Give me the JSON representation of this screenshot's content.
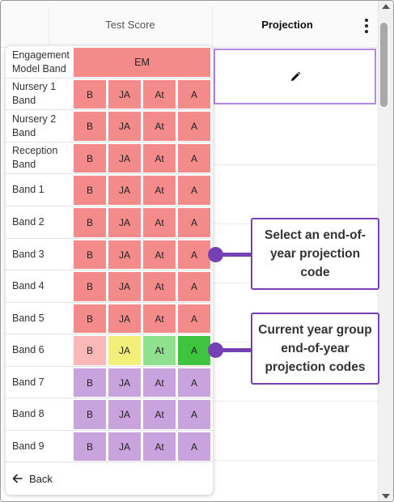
{
  "header": {
    "test_score_label": "Test Score",
    "projection_label": "Projection",
    "menu_icon": "kebab-menu-icon"
  },
  "projection_cell": {
    "icon": "pencil-icon"
  },
  "colors": {
    "red": "#f48b8b",
    "purple": "#c9a3de",
    "highlight_b": "#fbb8b8",
    "highlight_ja": "#f2f07a",
    "highlight_at": "#8fe08f",
    "highlight_a": "#3ec43e",
    "callout_border": "#7440b3",
    "selected_border": "#b48ae3"
  },
  "popup": {
    "rows": [
      {
        "label": "Engagement Model Band",
        "cells": [
          "EM"
        ],
        "tone": "red"
      },
      {
        "label": "Nursery 1 Band",
        "cells": [
          "B",
          "JA",
          "At",
          "A"
        ],
        "tone": "red"
      },
      {
        "label": "Nursery 2 Band",
        "cells": [
          "B",
          "JA",
          "At",
          "A"
        ],
        "tone": "red"
      },
      {
        "label": "Reception Band",
        "cells": [
          "B",
          "JA",
          "At",
          "A"
        ],
        "tone": "red"
      },
      {
        "label": "Band 1",
        "cells": [
          "B",
          "JA",
          "At",
          "A"
        ],
        "tone": "red"
      },
      {
        "label": "Band 2",
        "cells": [
          "B",
          "JA",
          "At",
          "A"
        ],
        "tone": "red"
      },
      {
        "label": "Band 3",
        "cells": [
          "B",
          "JA",
          "At",
          "A"
        ],
        "tone": "red"
      },
      {
        "label": "Band 4",
        "cells": [
          "B",
          "JA",
          "At",
          "A"
        ],
        "tone": "red"
      },
      {
        "label": "Band 5",
        "cells": [
          "B",
          "JA",
          "At",
          "A"
        ],
        "tone": "red"
      },
      {
        "label": "Band 6",
        "cells": [
          "B",
          "JA",
          "At",
          "A"
        ],
        "tone": "highlight"
      },
      {
        "label": "Band 7",
        "cells": [
          "B",
          "JA",
          "At",
          "A"
        ],
        "tone": "purple"
      },
      {
        "label": "Band 8",
        "cells": [
          "B",
          "JA",
          "At",
          "A"
        ],
        "tone": "purple"
      },
      {
        "label": "Band 9",
        "cells": [
          "B",
          "JA",
          "At",
          "A"
        ],
        "tone": "purple"
      }
    ],
    "back_label": "Back",
    "back_icon": "arrow-left-icon"
  },
  "callouts": {
    "select_code": "Select an end-of-year projection code",
    "current_year": "Current year group end-of-year projection codes"
  }
}
